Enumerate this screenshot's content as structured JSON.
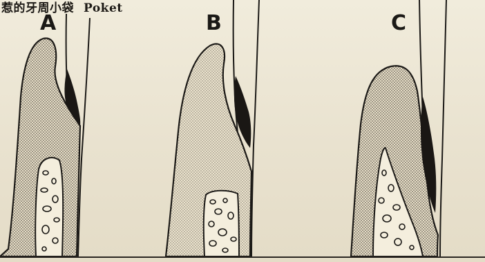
{
  "caption": {
    "chinese": "惹的牙周小袋",
    "english": "Poket"
  },
  "panels": [
    {
      "label": "A"
    },
    {
      "label": "B"
    },
    {
      "label": "C"
    }
  ],
  "colors": {
    "paper": "#ece6d4",
    "tissue_dots": "#3a3530",
    "calculus": "#1a1714",
    "ink": "#1b1916"
  }
}
